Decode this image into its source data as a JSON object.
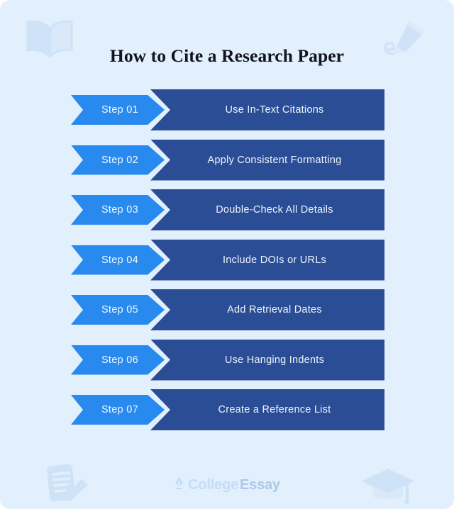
{
  "colors": {
    "background": "#e2effc",
    "accent_light": "#2889ef",
    "accent_dark": "#2a4d96",
    "title_text": "#141420",
    "banner_text": "#eef4fd",
    "decoration": "#cfe3f8",
    "logo_primary": "#c6dcf5",
    "logo_secondary": "#adc8e8"
  },
  "header": {
    "title": "How to Cite a Research Paper"
  },
  "steps": [
    {
      "number": "Step 01",
      "label": "Use In-Text Citations"
    },
    {
      "number": "Step 02",
      "label": "Apply Consistent Formatting"
    },
    {
      "number": "Step 03",
      "label": "Double-Check All Details"
    },
    {
      "number": "Step 04",
      "label": "Include DOIs or URLs"
    },
    {
      "number": "Step 05",
      "label": "Add Retrieval Dates"
    },
    {
      "number": "Step 06",
      "label": "Use Hanging Indents"
    },
    {
      "number": "Step 07",
      "label": "Create a Reference List"
    }
  ],
  "footer": {
    "logo_icon": "pen-nib-icon",
    "logo_word_1": "College",
    "logo_word_2": "Essay"
  },
  "decorations": [
    {
      "name": "open-book-icon",
      "position": "top-left"
    },
    {
      "name": "fountain-pen-icon",
      "position": "top-right"
    },
    {
      "name": "document-pencil-icon",
      "position": "bottom-left"
    },
    {
      "name": "graduation-cap-icon",
      "position": "bottom-right"
    }
  ]
}
